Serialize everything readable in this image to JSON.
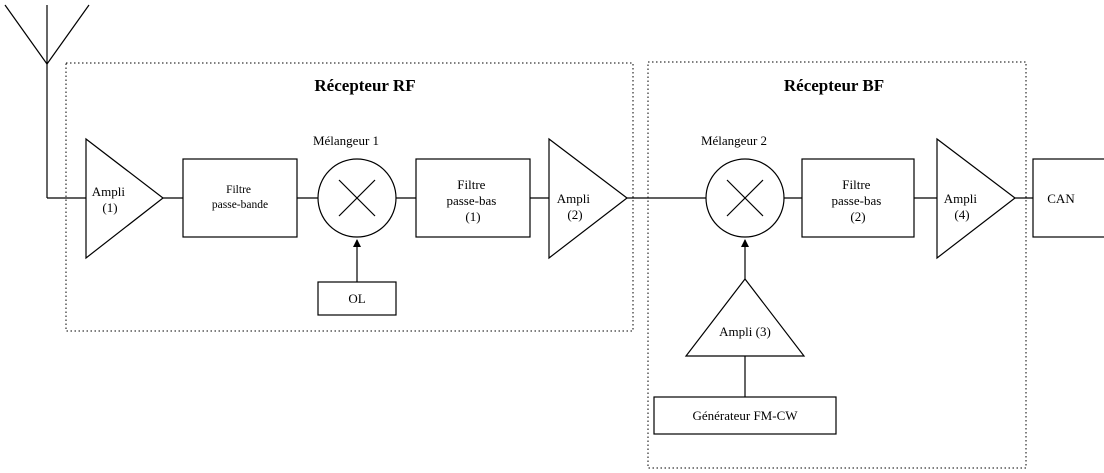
{
  "receivers": {
    "rf_title": "Récepteur RF",
    "bf_title": "Récepteur BF"
  },
  "blocks": {
    "ampli1": [
      "Ampli",
      "(1)"
    ],
    "filtre_passe_bande": [
      "Filtre",
      "passe-bande"
    ],
    "melangeur1": "Mélangeur 1",
    "ol": "OL",
    "filtre_passe_bas1": [
      "Filtre",
      "passe-bas",
      "(1)"
    ],
    "ampli2": [
      "Ampli",
      "(2)"
    ],
    "melangeur2": "Mélangeur 2",
    "filtre_passe_bas2": [
      "Filtre",
      "passe-bas",
      "(2)"
    ],
    "ampli4": [
      "Ampli",
      "(4)"
    ],
    "can": "CAN",
    "ampli3": "Ampli (3)",
    "generateur": "Générateur FM-CW"
  }
}
